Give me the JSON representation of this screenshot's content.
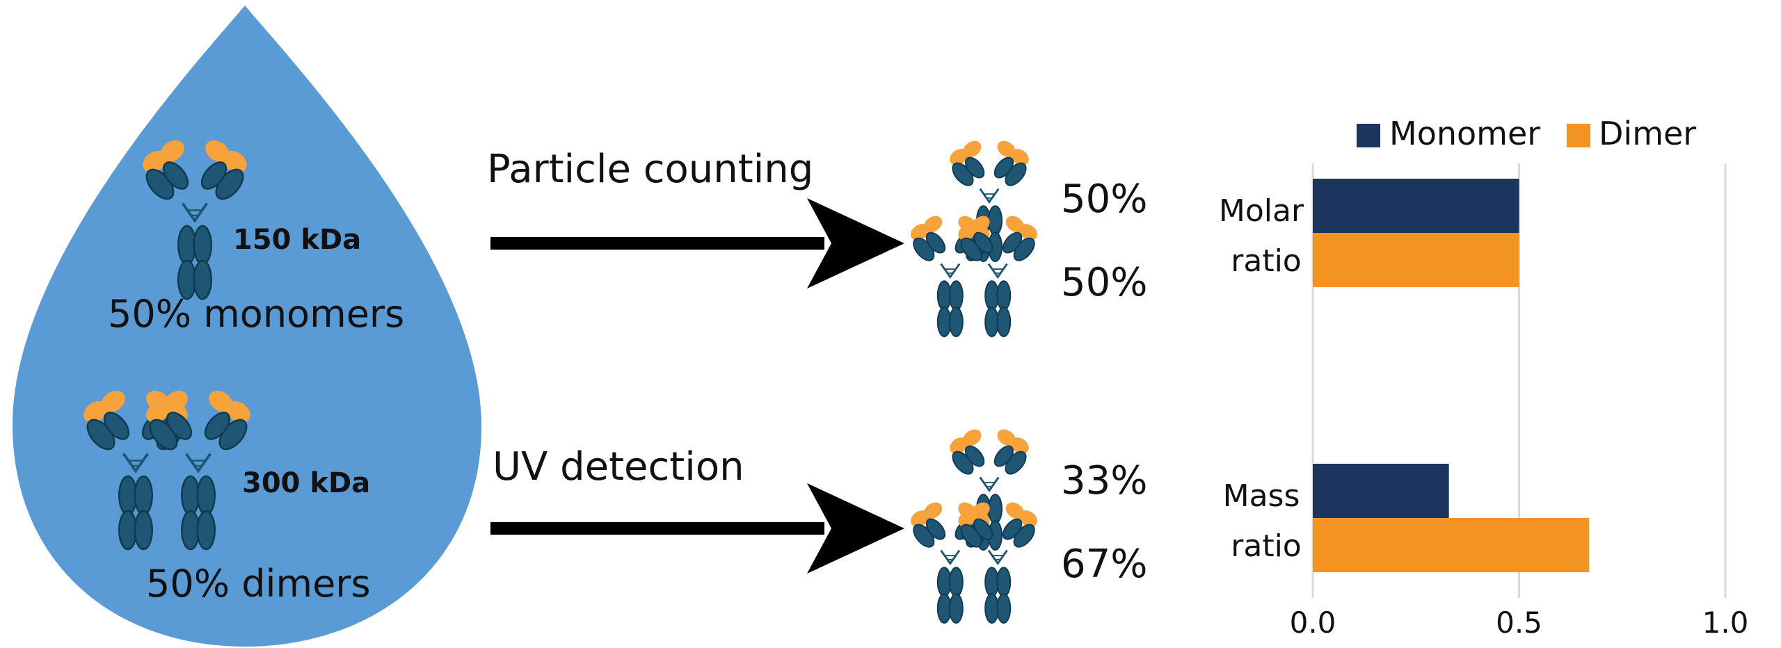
{
  "drop": {
    "monomer_mass": "150 kDa",
    "monomer_caption": "50% monomers",
    "dimer_mass": "300 kDa",
    "dimer_caption": "50% dimers"
  },
  "methods": [
    {
      "label": "Particle counting",
      "monomer_pct": "50%",
      "dimer_pct": "50%"
    },
    {
      "label": "UV detection",
      "monomer_pct": "33%",
      "dimer_pct": "67%"
    }
  ],
  "colors": {
    "drop": "#5b9bd5",
    "antibody_body": "#1f5673",
    "antibody_tip": "#f7a23b",
    "monomer_series": "#1c355e",
    "dimer_series": "#f39322",
    "gridline": "#d9d9d9"
  },
  "chart_data": {
    "type": "bar",
    "orientation": "horizontal",
    "categories": [
      "Molar ratio",
      "Mass ratio"
    ],
    "series": [
      {
        "name": "Monomer",
        "color": "#1c355e",
        "values": [
          0.5,
          0.33
        ]
      },
      {
        "name": "Dimer",
        "color": "#f39322",
        "values": [
          0.5,
          0.67
        ]
      }
    ],
    "xlim": [
      0,
      1.0
    ],
    "x_ticks": [
      "0.0",
      "0.5",
      "1.0"
    ],
    "grid": true,
    "legend": "top"
  }
}
